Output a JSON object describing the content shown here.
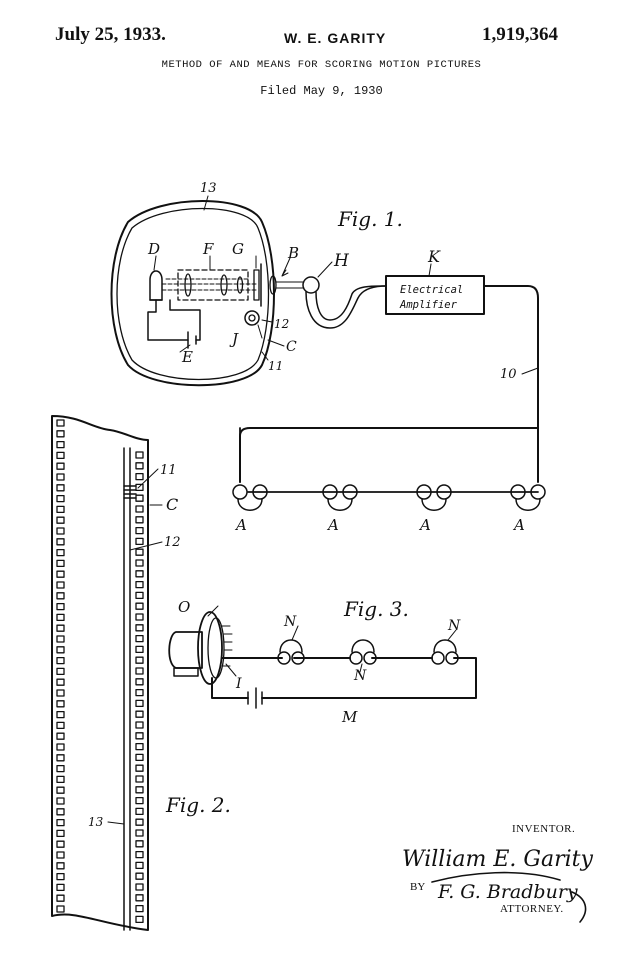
{
  "header": {
    "date": "July 25, 1933.",
    "inventor": "W. E. GARITY",
    "patent_number": "1,919,364",
    "title": "METHOD OF AND MEANS FOR SCORING MOTION PICTURES",
    "filed": "Filed May 9, 1930"
  },
  "fig1": {
    "caption": "Fig. 1.",
    "labels": {
      "ref13": "13",
      "D": "D",
      "F": "F",
      "G": "G",
      "B": "B",
      "H": "H",
      "K": "K",
      "J": "J",
      "ref12": "12",
      "C": "C",
      "ref11": "11",
      "E": "E",
      "ref10": "10",
      "A": "A"
    },
    "amplifier_line1": "Electrical",
    "amplifier_line2": "Amplifier"
  },
  "fig2": {
    "caption": "Fig. 2.",
    "labels": {
      "ref11": "11",
      "C": "C",
      "ref12": "12",
      "ref13": "13"
    }
  },
  "fig3": {
    "caption": "Fig. 3.",
    "labels": {
      "O": "O",
      "I": "I",
      "N": "N",
      "M": "M"
    }
  },
  "signature": {
    "inventor_caption": "INVENTOR.",
    "name": "William E. Garity",
    "by": "BY",
    "attorney_signature": "F. G. Bradbury",
    "attorney_caption": "ATTORNEY."
  }
}
